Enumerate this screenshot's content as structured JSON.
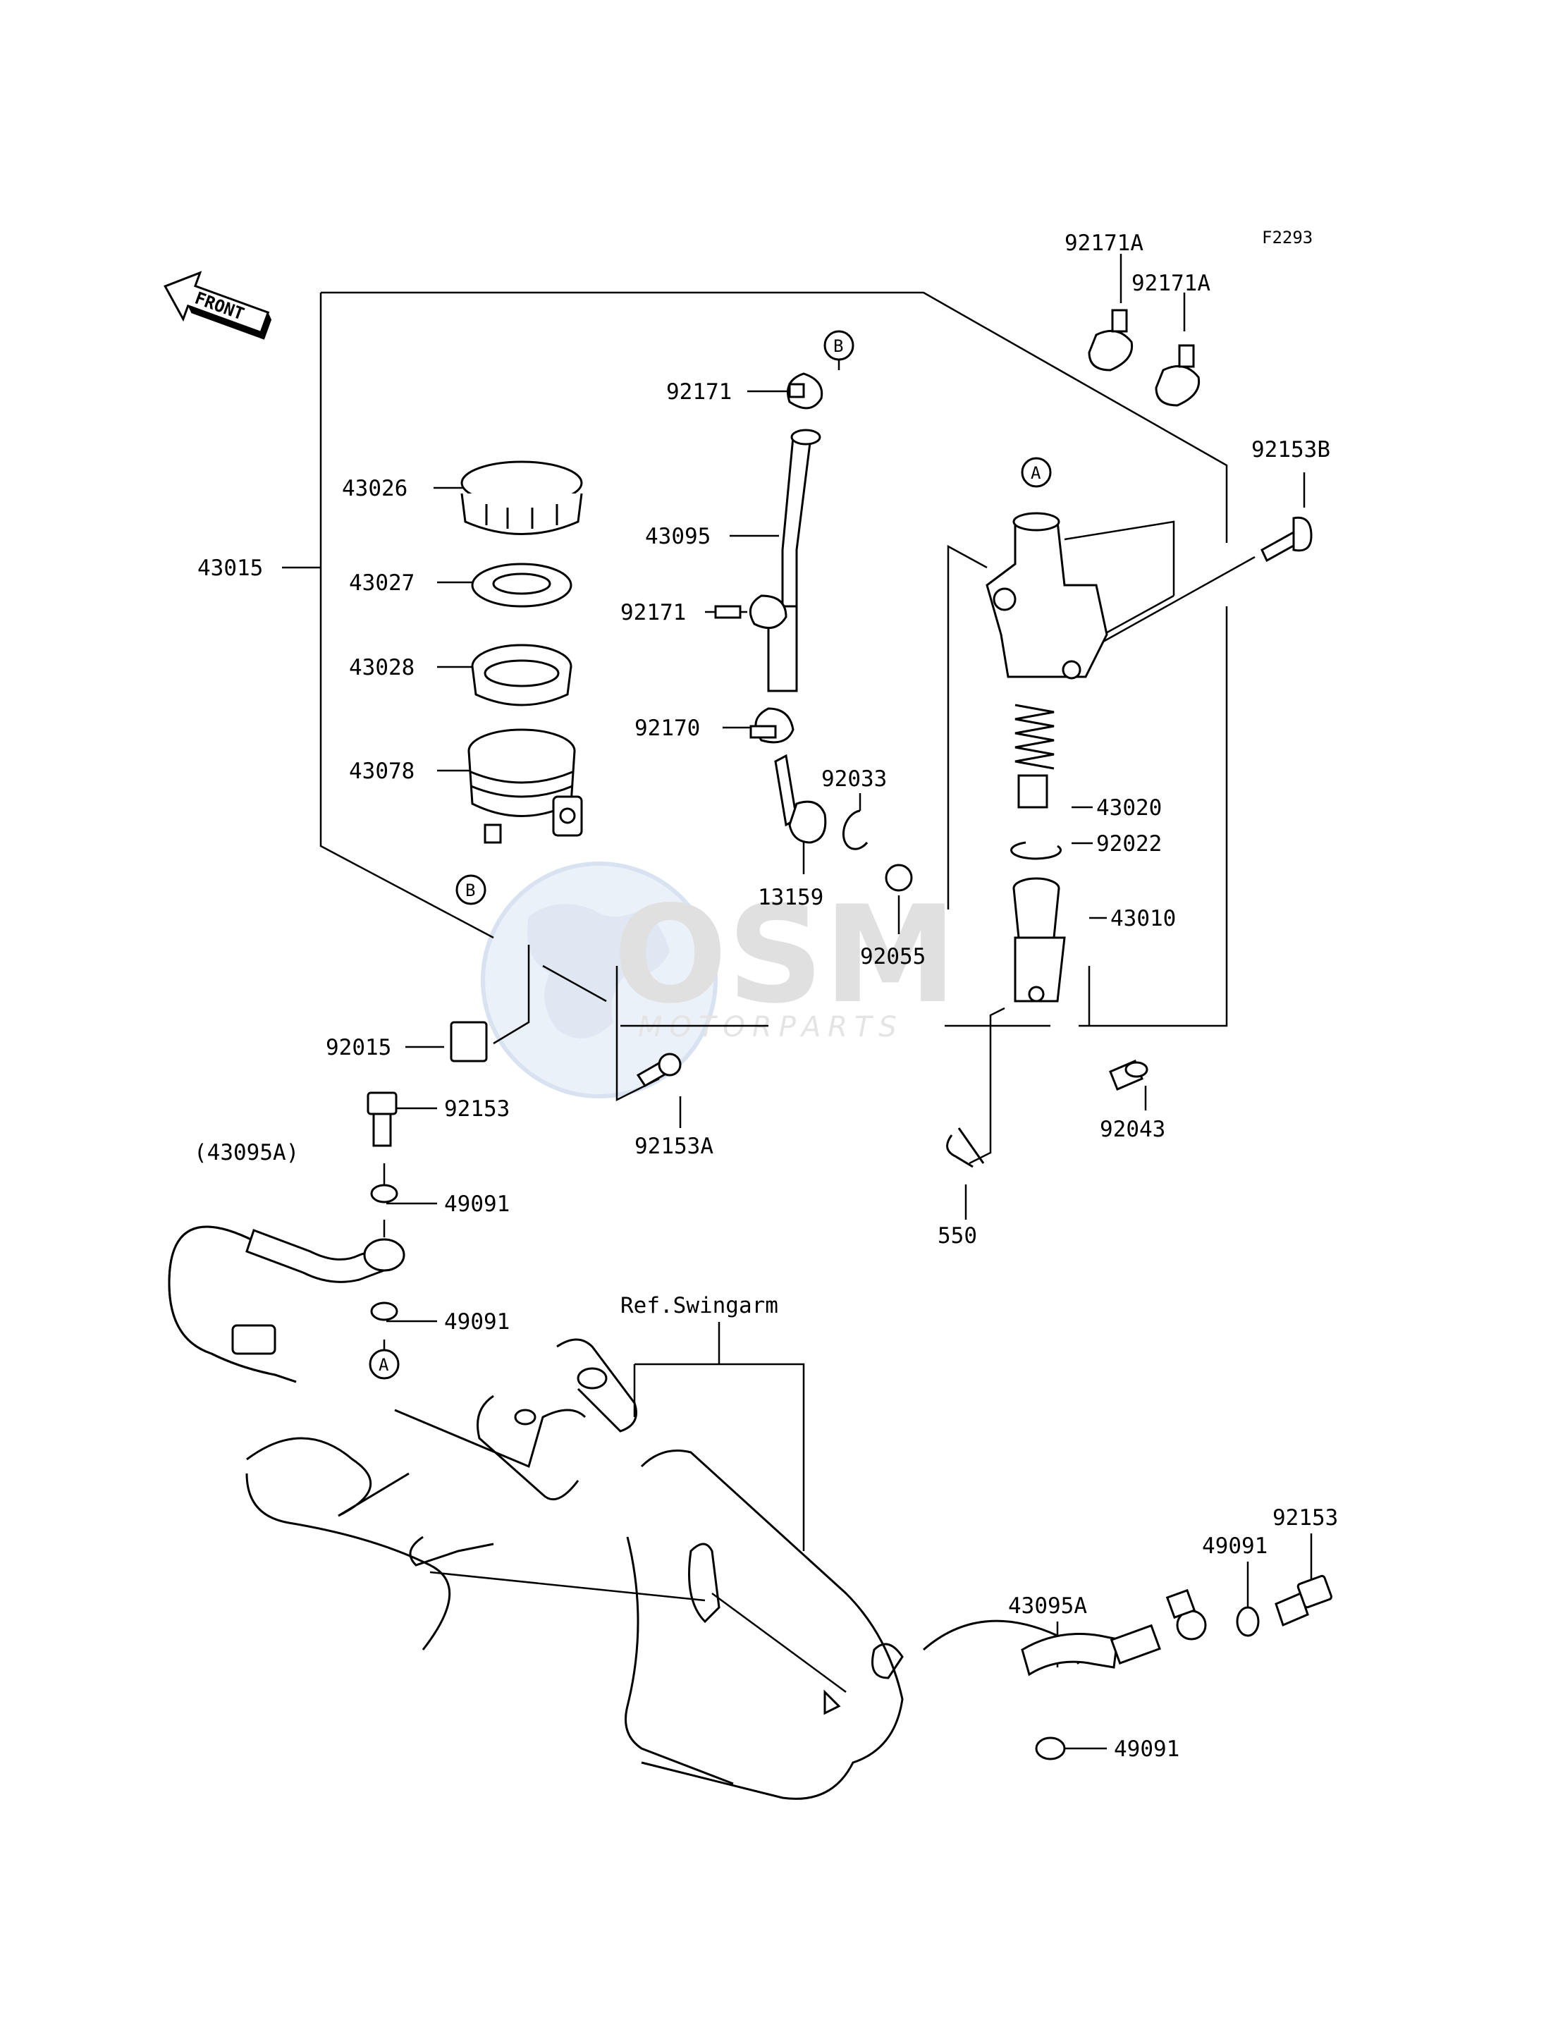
{
  "figure_code": "F2293",
  "front_arrow": "FRONT",
  "watermark": {
    "brand": "OSM",
    "sub": "MOTORPARTS"
  },
  "ref_label": "Ref.Swingarm",
  "callouts": {
    "A": "A",
    "B": "B"
  },
  "parts": {
    "p92171A_1": "92171A",
    "p92171A_2": "92171A",
    "p92153B": "92153B",
    "p92171_top": "92171",
    "p43026": "43026",
    "p43015": "43015",
    "p43027": "43027",
    "p43095": "43095",
    "p92171_mid": "92171",
    "p43028": "43028",
    "p92170": "92170",
    "p43078": "43078",
    "p92033": "92033",
    "p43020": "43020",
    "p92022": "92022",
    "p13159": "13159",
    "p43010": "43010",
    "p92055": "92055",
    "p92015": "92015",
    "p92153_top": "92153",
    "p92153A": "92153A",
    "p92043": "92043",
    "p43095A_ref": "(43095A)",
    "p49091_1": "49091",
    "p49091_2": "49091",
    "p550": "550",
    "p92153_bot": "92153",
    "p49091_3": "49091",
    "p43095A": "43095A",
    "p49091_4": "49091"
  }
}
